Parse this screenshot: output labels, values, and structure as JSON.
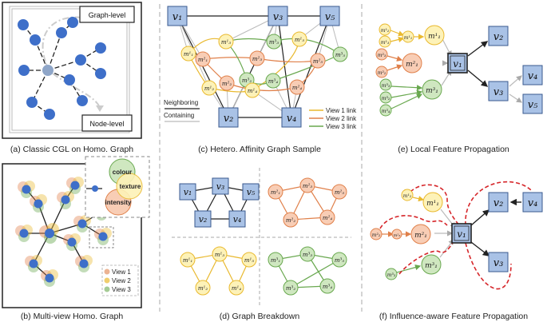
{
  "colors": {
    "blue_node": "#3e6fc9",
    "square_fill": "#a9c2e6",
    "square_stroke": "#3a5a8f",
    "view1": "#e9b92f",
    "view2": "#e0804a",
    "view3": "#69a84f",
    "view1_fill": "#fdf2b8",
    "view2_fill": "#f8cdb5",
    "view3_fill": "#cfe7c0",
    "influence": "#d6262a"
  },
  "panels": {
    "a": {
      "caption": "(a) Classic CGL on Homo. Graph",
      "graph_level": "Graph-level",
      "node_level": "Node-level"
    },
    "b": {
      "caption": "(b) Multi-view Homo. Graph",
      "colour": "colour",
      "texture": "texture",
      "intensity": "intensity",
      "legend": [
        "View 1",
        "View 2",
        "View 3"
      ]
    },
    "c": {
      "caption": "(c) Hetero. Affinity Graph Sample",
      "neighboring": "Neighboring",
      "containing": "Containing",
      "legend": [
        "View 1 link",
        "View 2 link",
        "View 3 link"
      ],
      "v_nodes": [
        "v1",
        "v3",
        "v5",
        "v2",
        "v4"
      ]
    },
    "d": {
      "caption": "(d) Graph Breakdown"
    },
    "e": {
      "caption": "(e) Local Feature Propagation"
    },
    "f": {
      "caption": "(f) Influence-aware Feature Propagation"
    }
  }
}
